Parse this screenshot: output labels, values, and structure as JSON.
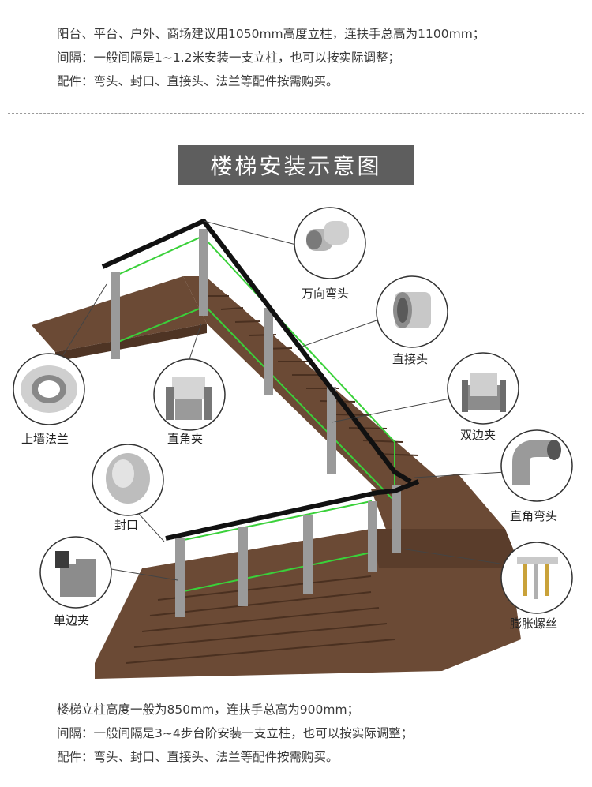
{
  "intro": {
    "line1": "阳台、平台、户外、商场建议用1050mm高度立柱，连扶手总高为1100mm；",
    "line2": "间隔：一般间隔是1~1.2米安装一支立柱，也可以按实际调整；",
    "line3": "配件：弯头、封口、直接头、法兰等配件按需购买。"
  },
  "title": "楼梯安装示意图",
  "labels": {
    "wanxiang": "万向弯头",
    "zhijietou": "直接头",
    "shuangbianjia": "双边夹",
    "zhijiaowantou": "直角弯头",
    "pengzhang": "膨胀螺丝",
    "shangqiang": "上墙法兰",
    "zhijiaojia": "直角夹",
    "fengkou": "封口",
    "danbianjia": "单边夹"
  },
  "outro": {
    "line1": "楼梯立柱高度一般为850mm，连扶手总高为900mm；",
    "line2": "间隔：一般间隔是3~4步台阶安装一支立柱，也可以按实际调整；",
    "line3": "配件：弯头、封口、直接头、法兰等配件按需购买。"
  },
  "colors": {
    "stair": "#6b4a35",
    "stair_dark": "#4e3424",
    "post": "#9a9a9a",
    "rail": "#111111",
    "glass_edge": "#3ad13a",
    "title_bg": "#5e5e5e"
  }
}
